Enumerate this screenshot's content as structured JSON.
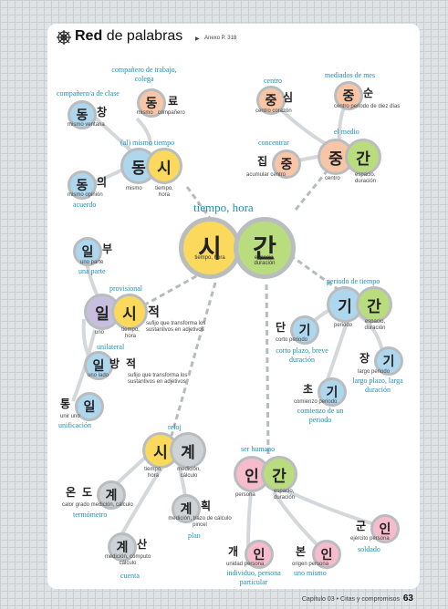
{
  "header": {
    "title_bold": "Red",
    "title_rest": "de palabras",
    "anexo": "Anexo P. 318"
  },
  "hub": {
    "label": "tiempo, hora",
    "si": "시",
    "gan": "간",
    "si_caption": "tiempo, hora",
    "gan_caption": "espacio, duración"
  },
  "tl": {
    "dong": "동",
    "ryo": "료",
    "dong_cap": "mismo",
    "ryo_cap": "compañero",
    "title": "compañero de trabajo, colega",
    "chang": "창",
    "chang_cap": "mismo ventana",
    "chang_mean": "compañero/a de clase",
    "si_mean": "(al) mismo tiempo",
    "si_dong": "동",
    "si_si": "시",
    "si_dong_cap": "mismo",
    "si_si_cap": "tiempo, hora",
    "ui": "의",
    "ui_cap": "mismo opinión",
    "ui_mean": "acuerdo"
  },
  "tr": {
    "center_title": "centro",
    "jung": "중",
    "sim": "심",
    "jung_cap": "centro corazón",
    "mid_title": "mediados de mes",
    "sun": "순",
    "sun_cap": "centro periodo de diez días",
    "medio_title": "el medio",
    "gan": "간",
    "jung_label": "centro",
    "gan_label": "espacio, duración",
    "gip": "집",
    "gip_cap": "acumular centro",
    "gip_mean": "concentrar"
  },
  "ml": {
    "il": "일",
    "bu": "부",
    "il_cap": "uno parte",
    "il_mean": "una parte",
    "big_il": "일",
    "big_si": "시",
    "jeok": "적",
    "il_label": "uno",
    "si_label": "tiempo, hora",
    "jeok_cap": "sufijo que transforma los sustantivos en adjetivos",
    "prov": "provisional",
    "bang": "방",
    "bang_il": "일",
    "bang_cap": "uno lado",
    "bang_jeok_cap": "sufijo que transforma los sustantivos en adjetivos",
    "bang_mean": "unilateral",
    "tong": "통",
    "tong_il": "일",
    "tong_cap": "unir uno",
    "tong_mean": "unificación"
  },
  "mr": {
    "period_title": "periodo de tiempo",
    "gi": "기",
    "gan": "간",
    "gi_label": "periodo",
    "gan_label": "espacio, duración",
    "dan": "단",
    "dan_gi": "기",
    "dan_cap": "corto periodo",
    "dan_mean": "corto plazo, breve duración",
    "jang": "장",
    "jang_gi": "기",
    "jang_cap": "largo periodo",
    "jang_mean": "largo plazo, larga duración",
    "cho": "초",
    "cho_gi": "기",
    "cho_cap": "comienzo periodo",
    "cho_mean": "comienzo de un periodo"
  },
  "bl": {
    "reloj": "reloj",
    "si": "시",
    "gye": "계",
    "si_label": "tiempo, hora",
    "gye_label": "medición, cálculo",
    "ondo1": "온",
    "ondo2": "도",
    "ondo_gye": "계",
    "ondo_cap": "calor grado medición, cálculo",
    "ondo_mean": "termómetro",
    "hoek": "획",
    "hoek_gye": "계",
    "hoek_cap": "medición, trazo de cálculo pincel",
    "hoek_mean": "plan",
    "san": "산",
    "san_gye": "계",
    "san_cap": "medición, cómputo cálculo",
    "san_mean": "cuenta"
  },
  "br": {
    "title": "ser humano",
    "in": "인",
    "gan": "간",
    "in_label": "persona",
    "gan_label": "espacio, duración",
    "gun": "군",
    "gun_in": "인",
    "gun_cap": "ejército persona",
    "gun_mean": "soldado",
    "gae": "개",
    "gae_in": "인",
    "gae_cap": "unidad persona",
    "gae_mean": "individuo, persona particular",
    "bon": "본",
    "bon_in": "인",
    "bon_cap": "origen persona",
    "bon_mean": "uno mismo"
  },
  "footer": {
    "text": "Capítulo 03 • Citas y compromisos",
    "page": "63"
  }
}
